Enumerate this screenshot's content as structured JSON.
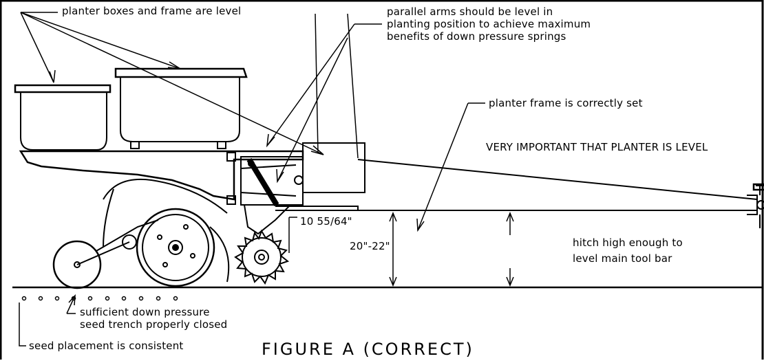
{
  "labels": {
    "planter_boxes": "planter boxes and frame are level",
    "parallel_arms_1": "parallel arms should be level in",
    "parallel_arms_2": "planting position to achieve maximum",
    "parallel_arms_3": "benefits of down pressure springs",
    "planter_frame": "planter frame is correctly set",
    "very_important": "VERY IMPORTANT THAT PLANTER IS LEVEL",
    "measure_1": "10 55/64\"",
    "measure_2": "20\"-22\"",
    "hitch_1": "hitch high enough to",
    "hitch_2": "level main tool bar",
    "down_pressure_1": "sufficient down pressure",
    "down_pressure_2": "seed trench properly closed",
    "seed_placement": "seed placement is consistent",
    "figure_caption": "FIGURE A   (CORRECT)"
  }
}
